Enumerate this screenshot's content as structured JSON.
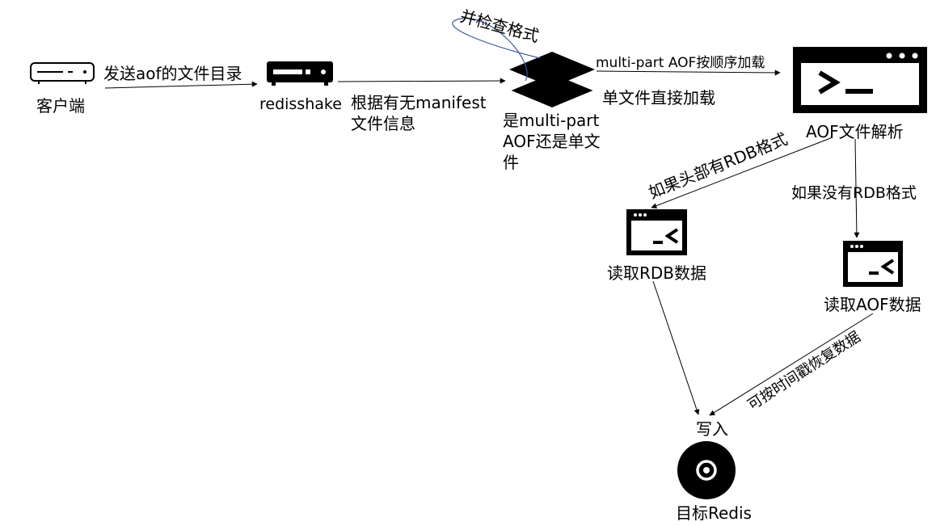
{
  "nodes": {
    "client": {
      "label": "客户端"
    },
    "redisshake": {
      "label": "redisshake"
    },
    "decision": {
      "label_lines": [
        "是multi-part",
        "AOF还是单文",
        "件"
      ]
    },
    "aof_parse": {
      "label": "AOF文件解析"
    },
    "read_rdb": {
      "label": "读取RDB数据"
    },
    "read_aof": {
      "label": "读取AOF数据"
    },
    "target": {
      "label": "目标Redis"
    }
  },
  "edges": {
    "send_dir": "发送aof的文件目录",
    "manifest": [
      "根据有无manifest",
      "文件信息"
    ],
    "check_format": "并检查格式",
    "multipart_load": "multi-part AOF按顺序加载",
    "single_load": "单文件直接加载",
    "if_rdb_header": "如果头部有RDB格式",
    "if_no_rdb": "如果没有RDB格式",
    "restore_by_timestamp": "可按时间戳恢复数据",
    "write": "写入"
  }
}
